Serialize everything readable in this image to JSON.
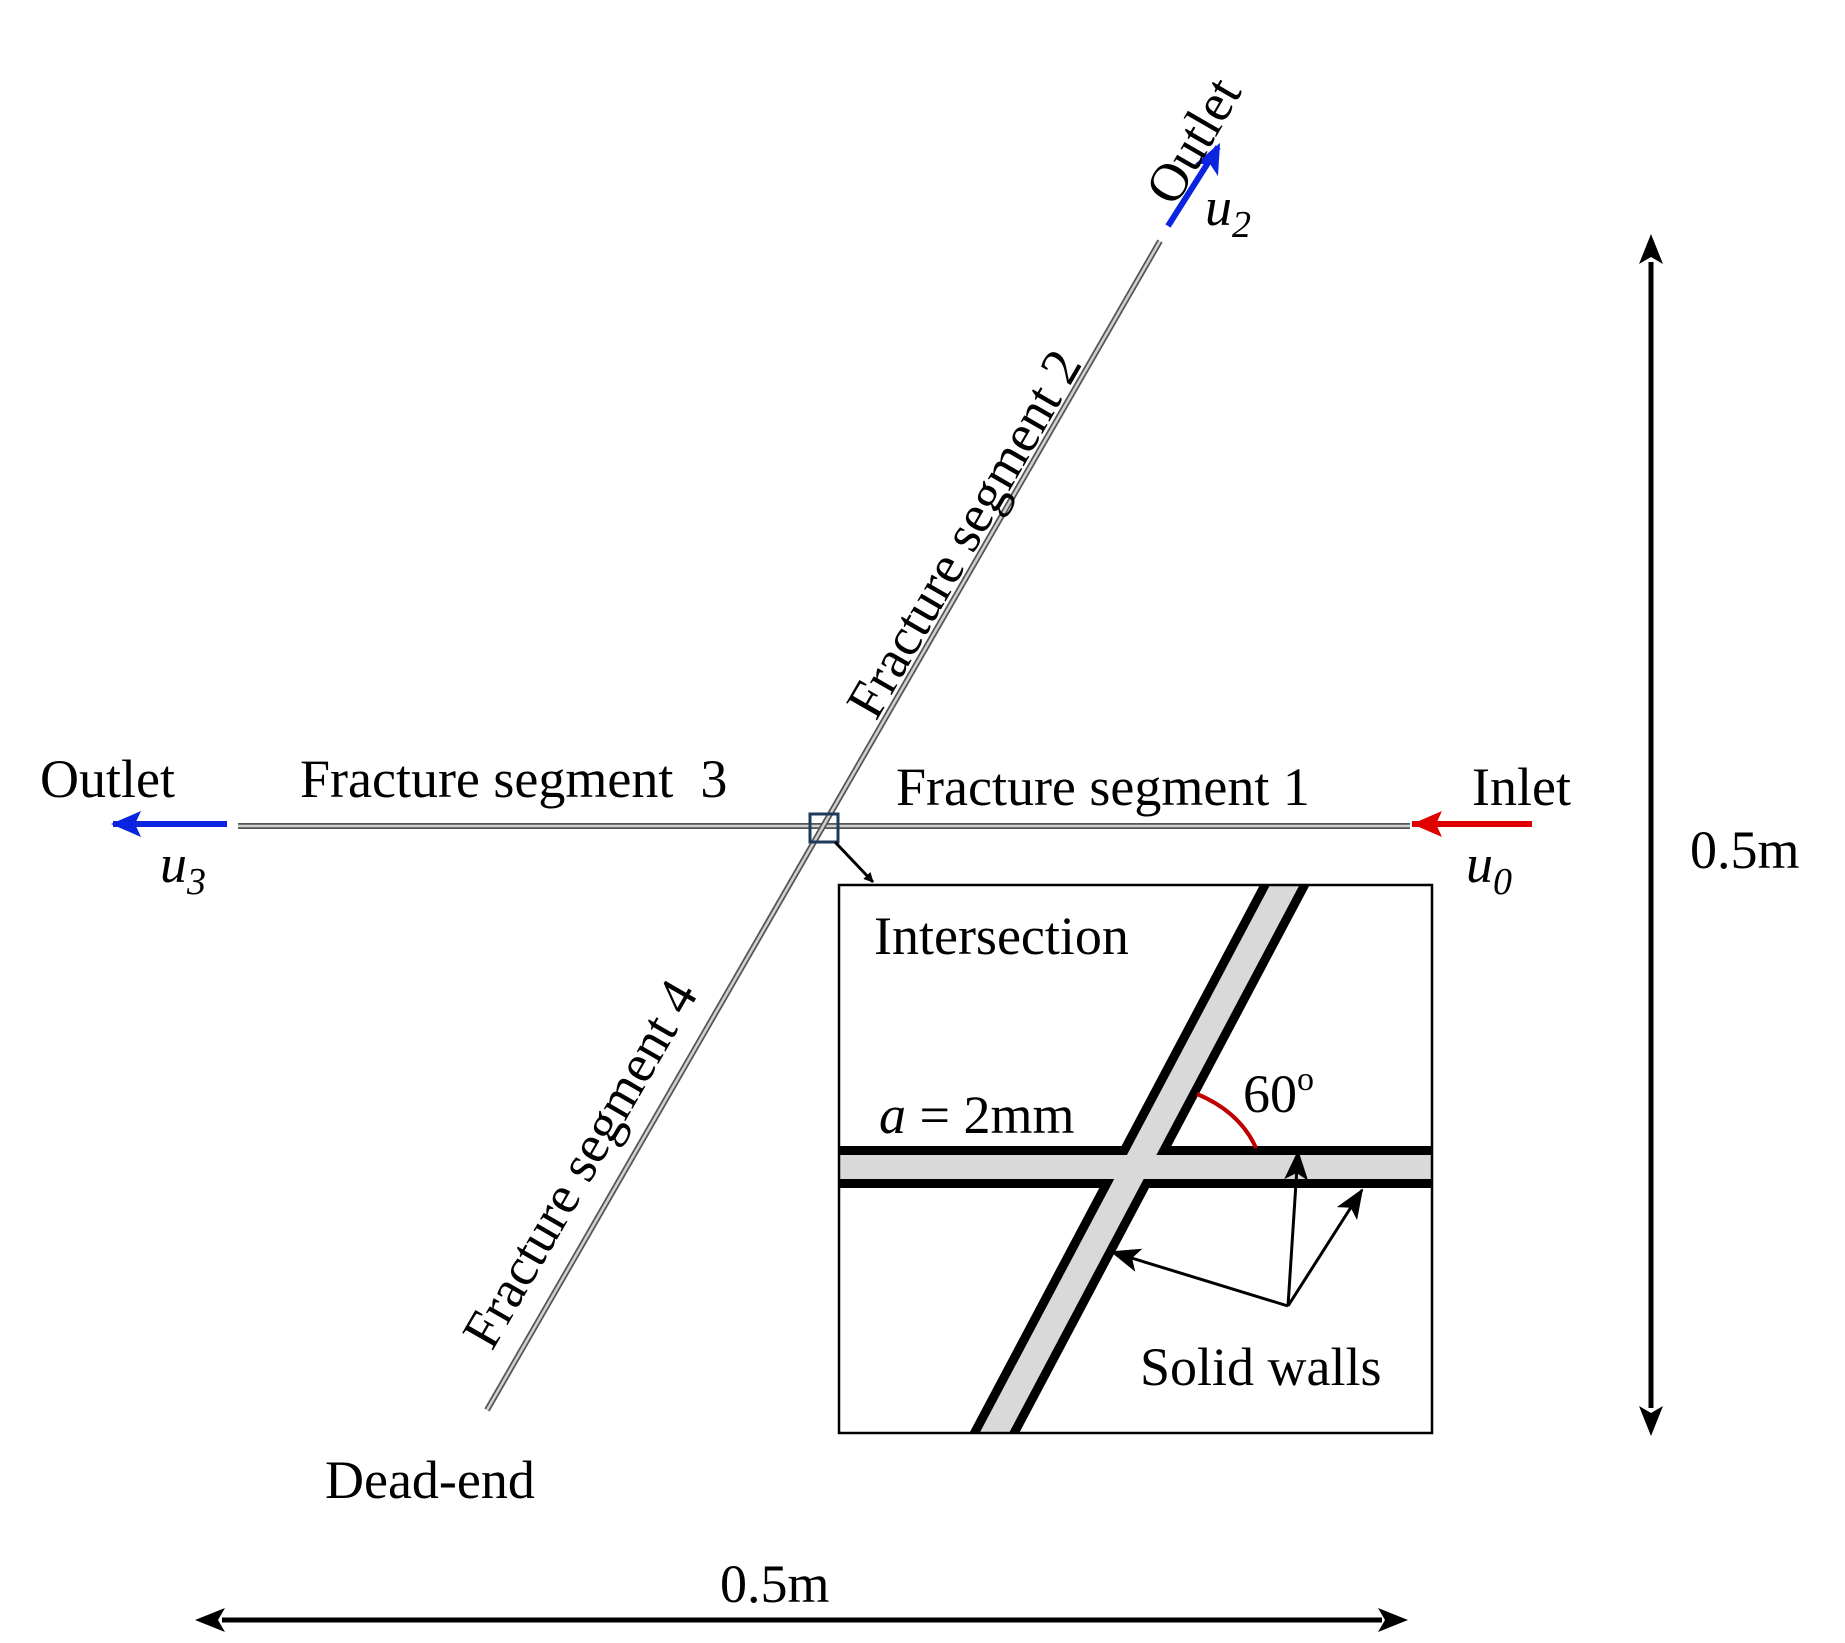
{
  "colors": {
    "inlet_arrow": "#e00000",
    "outlet_arrow": "#0b24e0",
    "angle_arc": "#c00000",
    "fracture_fill": "#d9d9d9",
    "wall": "#000000"
  },
  "labels": {
    "outlet_left": "Outlet",
    "outlet_top": "Outlet",
    "inlet": "Inlet",
    "dead_end": "Dead-end",
    "segment_1": "Fracture segment 1",
    "segment_2": "Fracture segment 2",
    "segment_3": "Fracture segment  3",
    "segment_4": "Fracture segment 4",
    "u0": "u",
    "u0_sub": "0",
    "u2": "u",
    "u2_sub": "2",
    "u3": "u",
    "u3_sub": "3",
    "dim_width": "0.5m",
    "dim_height": "0.5m"
  },
  "inset": {
    "title": "Intersection",
    "aperture_var": "a",
    "aperture_value": " = 2mm",
    "angle": "60",
    "angle_unit": "o",
    "walls_label": "Solid walls"
  }
}
